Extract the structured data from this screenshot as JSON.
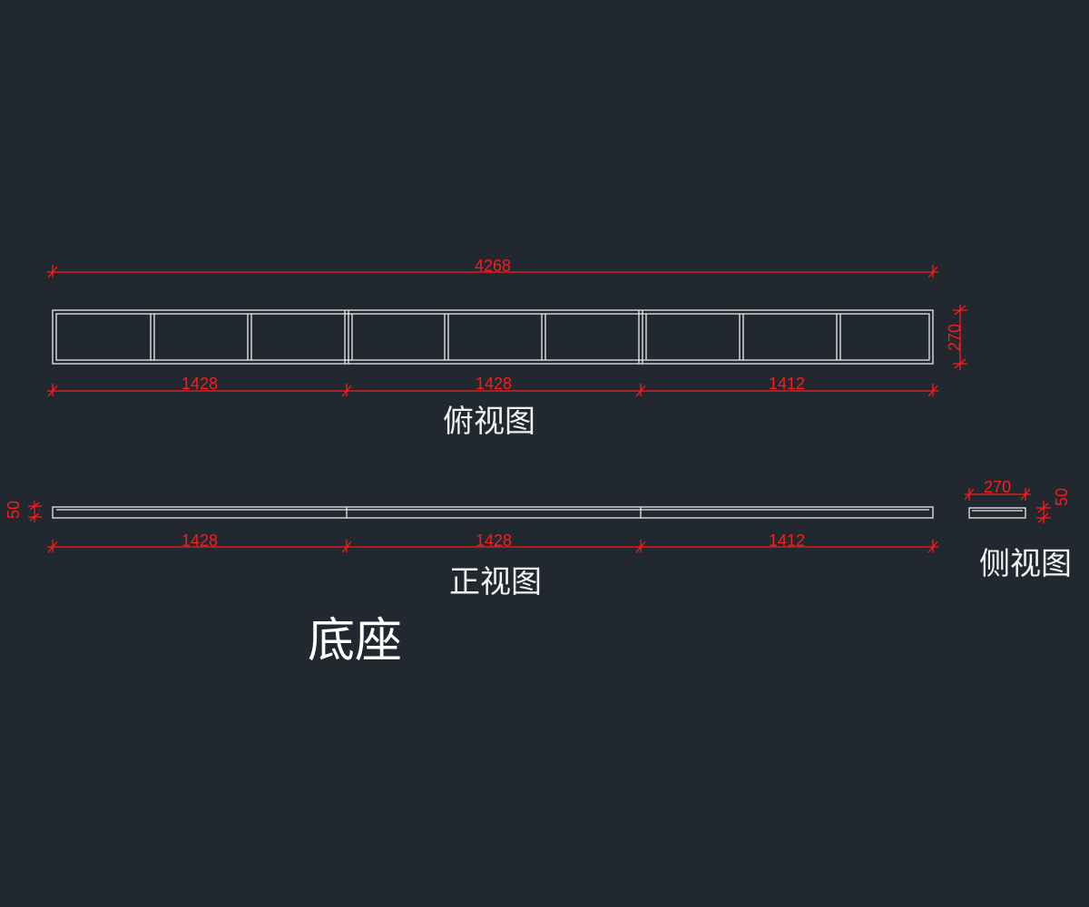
{
  "colors": {
    "background": "#212830",
    "geometry": "#eaeaea",
    "dimension": "#ff1a1a",
    "label": "#f2f2f2"
  },
  "title": "底座",
  "views": {
    "top": {
      "label": "俯视图",
      "overall_length": "4268",
      "depth": "270",
      "segments": [
        "1428",
        "1428",
        "1412"
      ],
      "cells_per_segment": 3
    },
    "front": {
      "label": "正视图",
      "height": "50",
      "segments": [
        "1428",
        "1428",
        "1412"
      ]
    },
    "side": {
      "label": "侧视图",
      "width": "270",
      "height": "50"
    }
  }
}
